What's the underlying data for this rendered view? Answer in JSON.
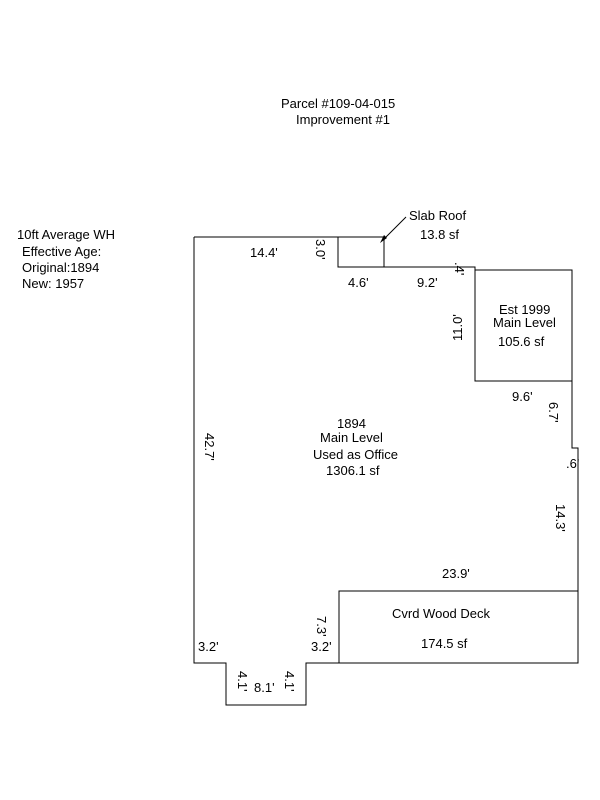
{
  "header": {
    "parcel": "Parcel #109-04-015",
    "improvement": "Improvement #1"
  },
  "info": {
    "line1": "10ft Average WH",
    "line2": "Effective Age:",
    "line3": "Original:1894",
    "line4": "New: 1957"
  },
  "areas": {
    "main": {
      "line1": "1894",
      "line2": "Main Level",
      "line3": "Used as Office",
      "area": "1306.1 sf"
    },
    "addition": {
      "line1": "Est 1999",
      "line2": "Main Level",
      "area": "105.6 sf"
    },
    "deck": {
      "label": "Cvrd Wood Deck",
      "area": "174.5 sf"
    },
    "slab": {
      "label": "Slab Roof",
      "area": "13.8 sf"
    }
  },
  "dimensions": {
    "top_left": "14.4'",
    "slab_height": "3.0'",
    "slab_width": "4.6'",
    "step_top": "9.2'",
    "step_small": ".4'",
    "addition_height": "11.0'",
    "addition_bottom": "9.6'",
    "right_short": "6.7'",
    "right_notch": ".6'",
    "right_mid": "14.3'",
    "deck_top": "23.9'",
    "deck_side": "7.3'",
    "bottom_right_jog": "3.2'",
    "bottom_left_jog": "3.2'",
    "left_side": "42.7'",
    "bump_left": "4.1'",
    "bump_width": "8.1'",
    "bump_right": "4.1'"
  }
}
